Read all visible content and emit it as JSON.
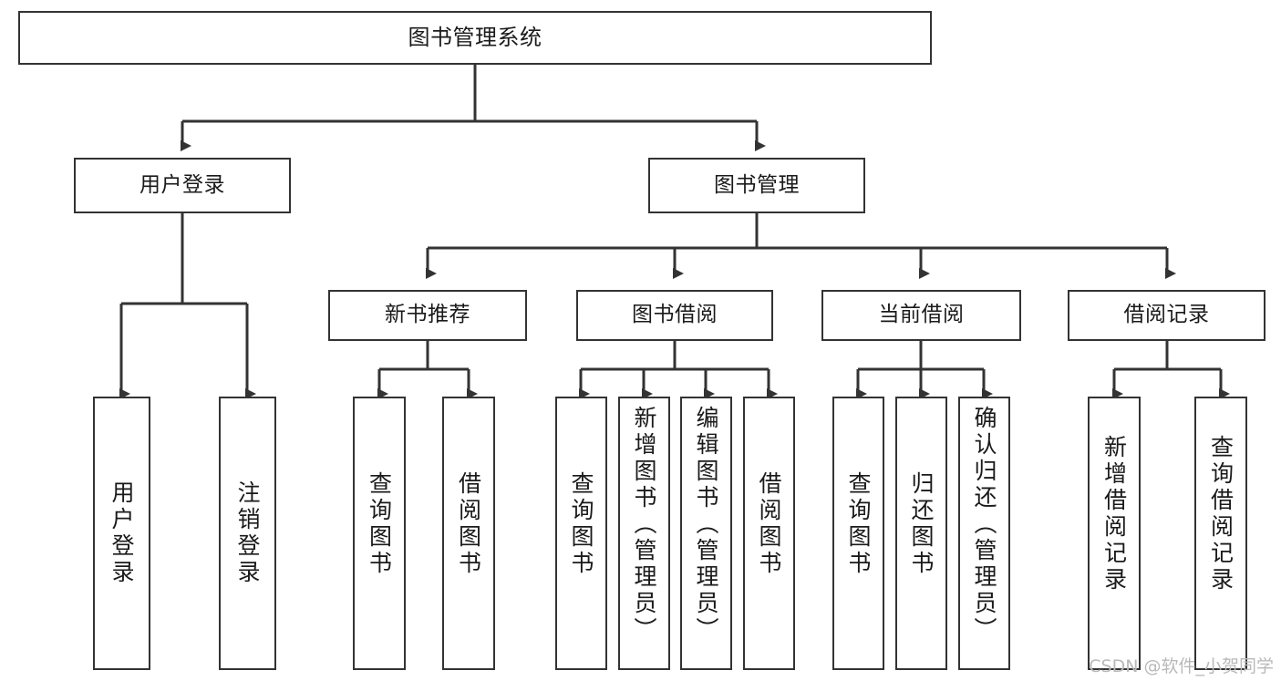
{
  "diagram": {
    "title": "图书管理系统",
    "type": "functional-structure-tree",
    "root": {
      "id": "root",
      "label": "图书管理系统"
    },
    "level2": [
      {
        "id": "user-login",
        "label": "用户登录"
      },
      {
        "id": "book-manage",
        "label": "图书管理"
      }
    ],
    "level3": [
      {
        "id": "new-book-recommend",
        "label": "新书推荐",
        "parent": "book-manage"
      },
      {
        "id": "book-borrow",
        "label": "图书借阅",
        "parent": "book-manage"
      },
      {
        "id": "current-borrow",
        "label": "当前借阅",
        "parent": "book-manage"
      },
      {
        "id": "borrow-record",
        "label": "借阅记录",
        "parent": "book-manage"
      }
    ],
    "leaves": [
      {
        "id": "leaf-user-login",
        "label": "用户登录",
        "parent": "user-login"
      },
      {
        "id": "leaf-user-logout",
        "label": "注销登录",
        "parent": "user-login"
      },
      {
        "id": "leaf-query-book-1",
        "label": "查询图书",
        "parent": "new-book-recommend"
      },
      {
        "id": "leaf-borrow-book-1",
        "label": "借阅图书",
        "parent": "new-book-recommend"
      },
      {
        "id": "leaf-query-book-2",
        "label": "查询图书",
        "parent": "book-borrow"
      },
      {
        "id": "leaf-add-book",
        "label": "新增图书（管理员）",
        "parent": "book-borrow"
      },
      {
        "id": "leaf-edit-book",
        "label": "编辑图书（管理员）",
        "parent": "book-borrow"
      },
      {
        "id": "leaf-borrow-book-2",
        "label": "借阅图书",
        "parent": "book-borrow"
      },
      {
        "id": "leaf-query-book-3",
        "label": "查询图书",
        "parent": "current-borrow"
      },
      {
        "id": "leaf-return-book",
        "label": "归还图书",
        "parent": "current-borrow"
      },
      {
        "id": "leaf-confirm-return",
        "label": "确认归还（管理员）",
        "parent": "current-borrow"
      },
      {
        "id": "leaf-add-record",
        "label": "新增借阅记录",
        "parent": "borrow-record"
      },
      {
        "id": "leaf-query-record",
        "label": "查询借阅记录",
        "parent": "borrow-record"
      }
    ],
    "colors": {
      "stroke": "#333333",
      "fill": "#ffffff",
      "text": "#1a1a1a",
      "watermark": "#b9b9b9"
    }
  },
  "watermark": {
    "text": "CSDN @软件_小贺同学"
  }
}
